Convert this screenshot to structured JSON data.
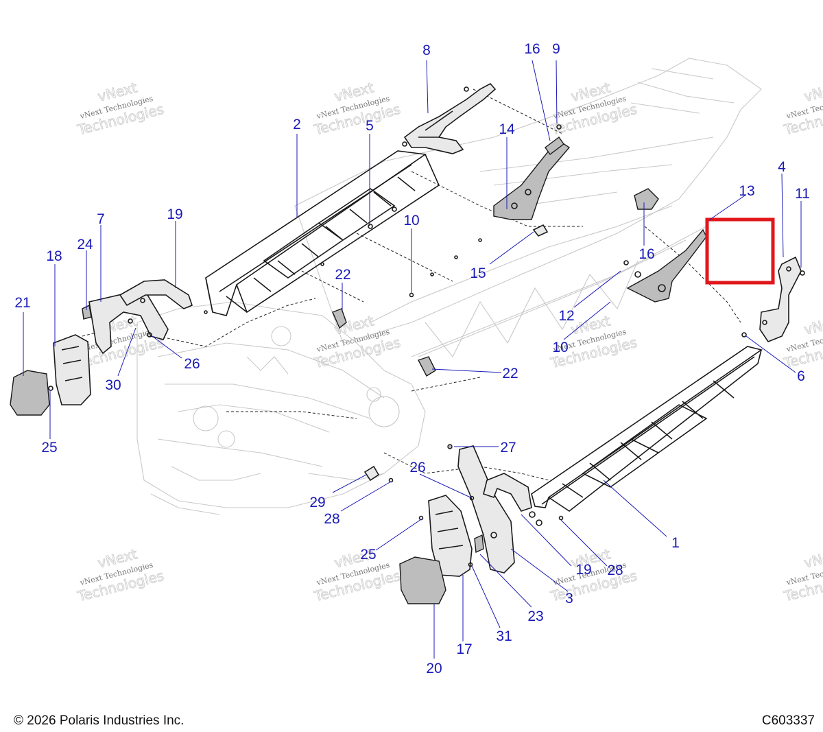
{
  "diagram": {
    "callouts": [
      "1",
      "2",
      "3",
      "4",
      "5",
      "6",
      "7",
      "8",
      "9",
      "10",
      "10",
      "11",
      "12",
      "13",
      "14",
      "15",
      "16",
      "16",
      "17",
      "18",
      "19",
      "19",
      "20",
      "21",
      "22",
      "22",
      "23",
      "24",
      "25",
      "25",
      "26",
      "26",
      "27",
      "28",
      "28",
      "29",
      "30",
      "31"
    ],
    "watermark": {
      "line1": "vNext",
      "line2": "vNext Technologies",
      "line3": "Technologies"
    },
    "highlight_color": "#e0161b",
    "callout_color": "#1a1ab8"
  },
  "footer": {
    "copyright": "© 2026 Polaris Industries Inc.",
    "figure_code": "C603337"
  }
}
